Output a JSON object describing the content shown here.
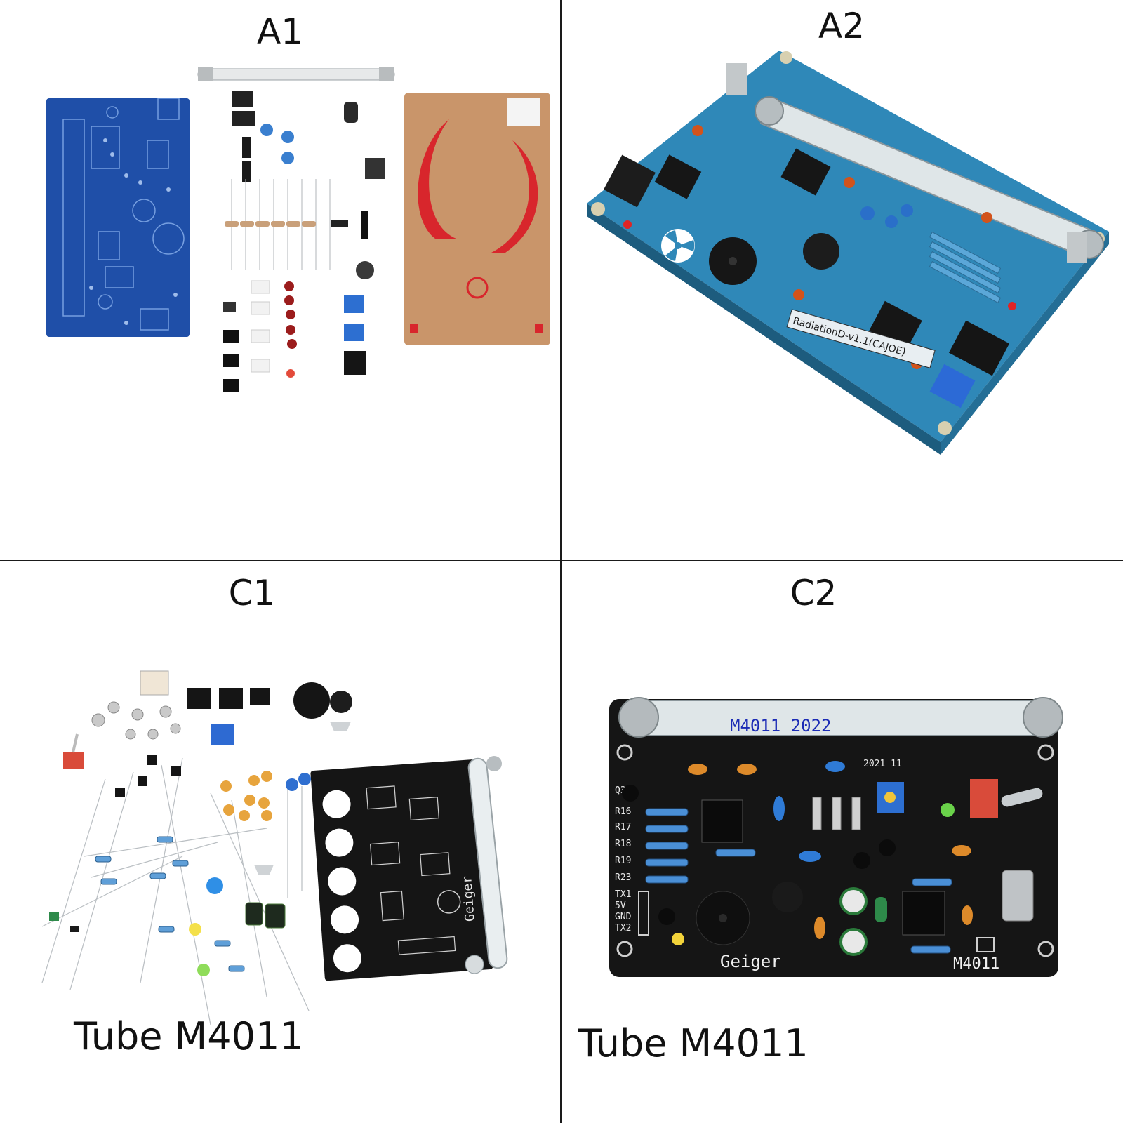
{
  "panels": [
    {
      "id": "A1",
      "label": "A1",
      "caption": ""
    },
    {
      "id": "A2",
      "label": "A2",
      "caption": ""
    },
    {
      "id": "C1",
      "label": "C1",
      "caption": "Tube M4011"
    },
    {
      "id": "C2",
      "label": "C2",
      "caption": "Tube M4011"
    }
  ],
  "a2_board_text": "RadiationD-v1.1(CAJOE)",
  "c1_board_text": "Geiger",
  "c2_board_text": {
    "brand": "Geiger",
    "model": "M4011",
    "tube": "M4011 2022",
    "date": "2021 11"
  },
  "colors": {
    "blue_pcb": "#1f4fa8",
    "teal_pcb": "#2f88b8",
    "black_pcb": "#151515",
    "acrylic_film": "#c9956a",
    "acrylic_logo": "#d8262c"
  }
}
